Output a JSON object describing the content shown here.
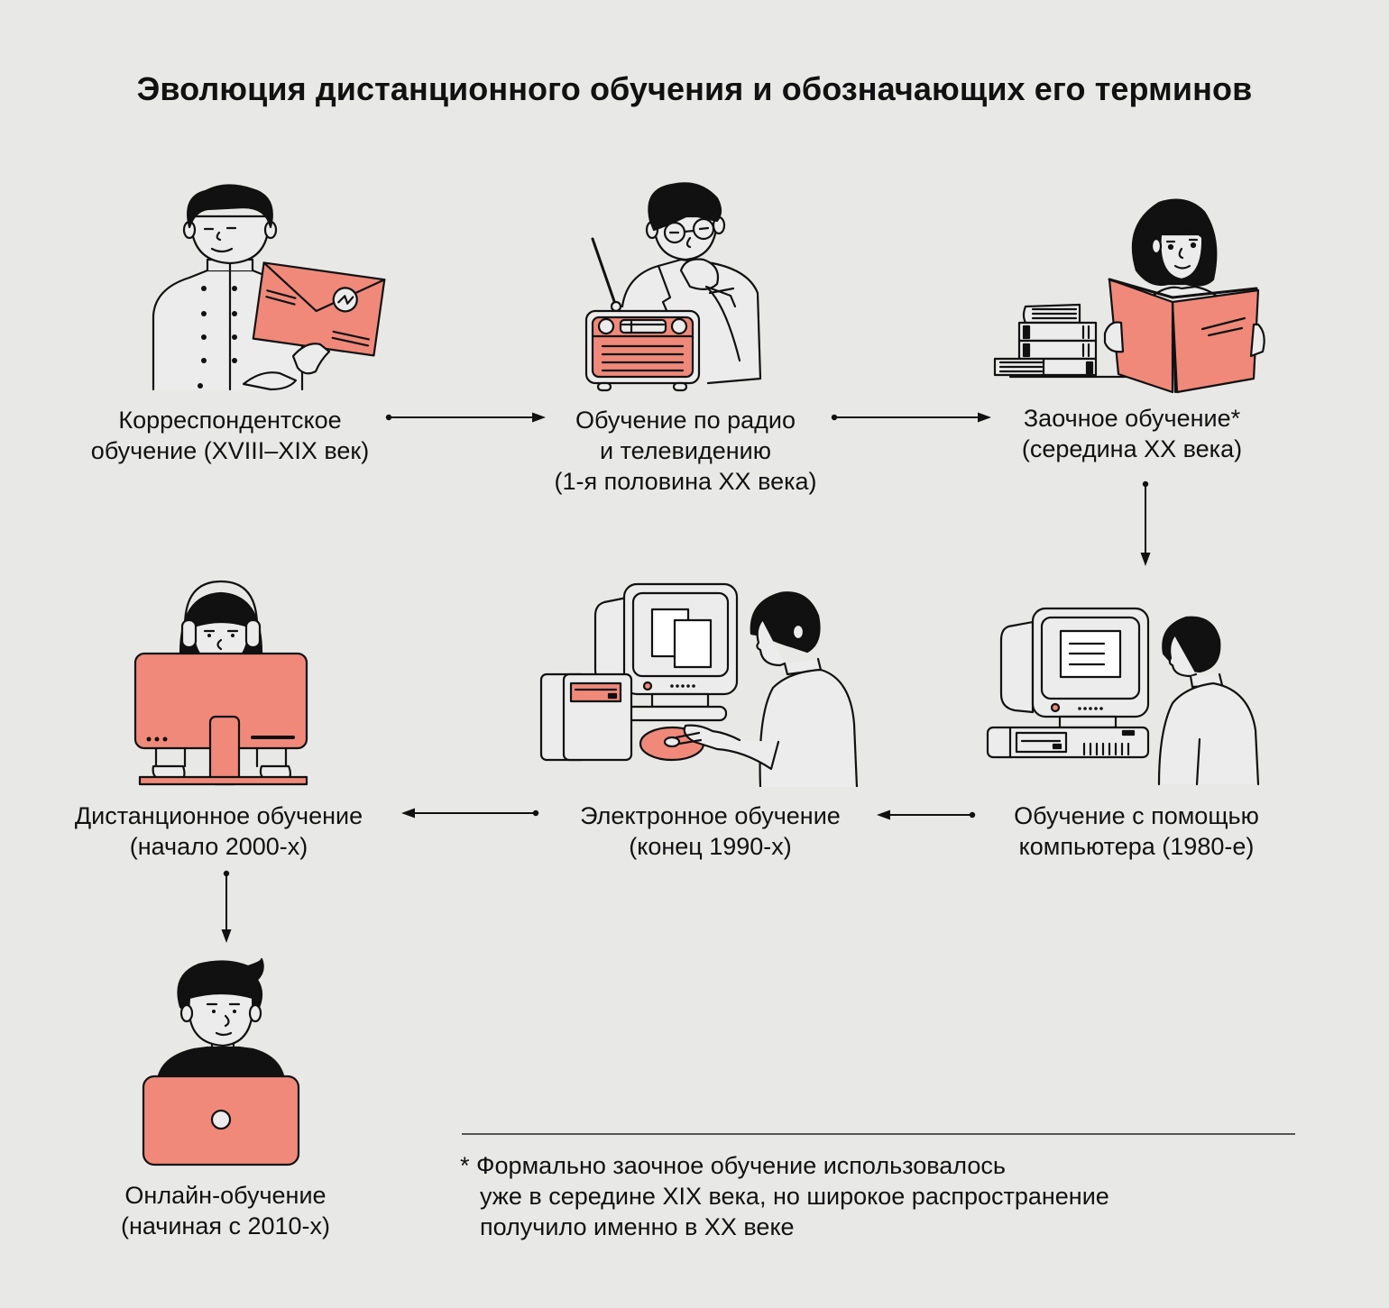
{
  "title": "Эволюция дистанционного обучения и обозначающих его терминов",
  "colors": {
    "background": "#e8e8e7",
    "accent": "#f0897a",
    "ink": "#111111",
    "fill_light": "#ececec"
  },
  "stages": [
    {
      "id": "correspondence",
      "illustration": "man-holding-envelope-icon",
      "lines": [
        "Корреспондентское",
        "обучение (XVIII–XIX век)"
      ]
    },
    {
      "id": "radio-tv",
      "illustration": "man-with-radio-icon",
      "lines": [
        "Обучение по радио",
        "и телевидению",
        "(1-я половина XX века)"
      ]
    },
    {
      "id": "extramural",
      "illustration": "woman-reading-book-icon",
      "lines": [
        "Заочное обучение*",
        "(середина XX века)"
      ]
    },
    {
      "id": "computer-assisted",
      "illustration": "man-at-desktop-computer-icon",
      "lines": [
        "Обучение с помощью",
        "компьютера (1980-е)"
      ]
    },
    {
      "id": "e-learning",
      "illustration": "man-with-cd-computer-icon",
      "lines": [
        "Электронное обучение",
        "(конец 1990-х)"
      ]
    },
    {
      "id": "distance",
      "illustration": "girl-with-headphones-monitor-icon",
      "lines": [
        "Дистанционное обучение",
        "(начало 2000-х)"
      ]
    },
    {
      "id": "online",
      "illustration": "person-with-laptop-icon",
      "lines": [
        "Онлайн-обучение",
        "(начиная с 2010-х)"
      ]
    }
  ],
  "flow": [
    {
      "from": "correspondence",
      "to": "radio-tv",
      "direction": "right"
    },
    {
      "from": "radio-tv",
      "to": "extramural",
      "direction": "right"
    },
    {
      "from": "extramural",
      "to": "computer-assisted",
      "direction": "down"
    },
    {
      "from": "computer-assisted",
      "to": "e-learning",
      "direction": "left"
    },
    {
      "from": "e-learning",
      "to": "distance",
      "direction": "left"
    },
    {
      "from": "distance",
      "to": "online",
      "direction": "down"
    }
  ],
  "footnote": {
    "lines": [
      "* Формально заочное обучение использовалось",
      "уже в середине XIX века, но широкое распространение",
      "получило именно в XX веке"
    ]
  }
}
